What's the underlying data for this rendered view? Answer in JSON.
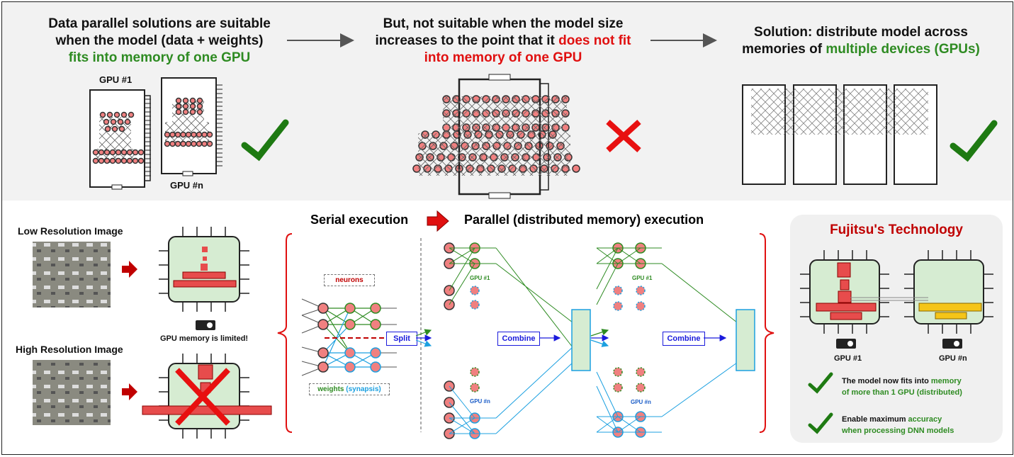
{
  "top": {
    "col1": {
      "line1": "Data parallel solutions are suitable",
      "line2": "when the model (data + weights)",
      "line3": "fits into memory of one GPU",
      "gpu1_label": "GPU #1",
      "gpun_label": "GPU #n"
    },
    "col2": {
      "line1": "But, not suitable when the model size",
      "line2a": "increases to the point that it ",
      "line2b": "does not fit",
      "line3": "into memory of one GPU"
    },
    "col3": {
      "line1": "Solution: distribute model across",
      "line2a": "memories of ",
      "line2b": "multiple devices (GPUs)"
    }
  },
  "left": {
    "low_res_label": "Low Resolution Image",
    "high_res_label": "High Resolution Image",
    "gpu_limited": "GPU memory is limited!"
  },
  "middle": {
    "serial_label": "Serial execution",
    "parallel_label": "Parallel (distributed memory) execution",
    "neurons_label": "neurons",
    "weights_label": "weights",
    "synapsis_label": "(synapsis)",
    "split_label": "Split",
    "combine_label_1": "Combine",
    "combine_label_2": "Combine",
    "gpu1_a": "GPU #1",
    "gpun_a": "GPU #n",
    "gpu1_b": "GPU #1",
    "gpun_b": "GPU #n"
  },
  "right": {
    "title": "Fujitsu's Technology",
    "gpu1": "GPU #1",
    "gpun": "GPU #n",
    "point1_a": "The model now fits into ",
    "point1_b": "memory",
    "point1_c": "of more than 1 GPU (distributed)",
    "point2_a": "Enable maximum ",
    "point2_b": "accuracy",
    "point2_c": "when processing DNN models"
  },
  "colors": {
    "green": "#2e8b22",
    "red": "#e01010",
    "blue": "#1ca0e0",
    "node_pink": "#f08080",
    "accent_dark_red": "#c00000"
  }
}
